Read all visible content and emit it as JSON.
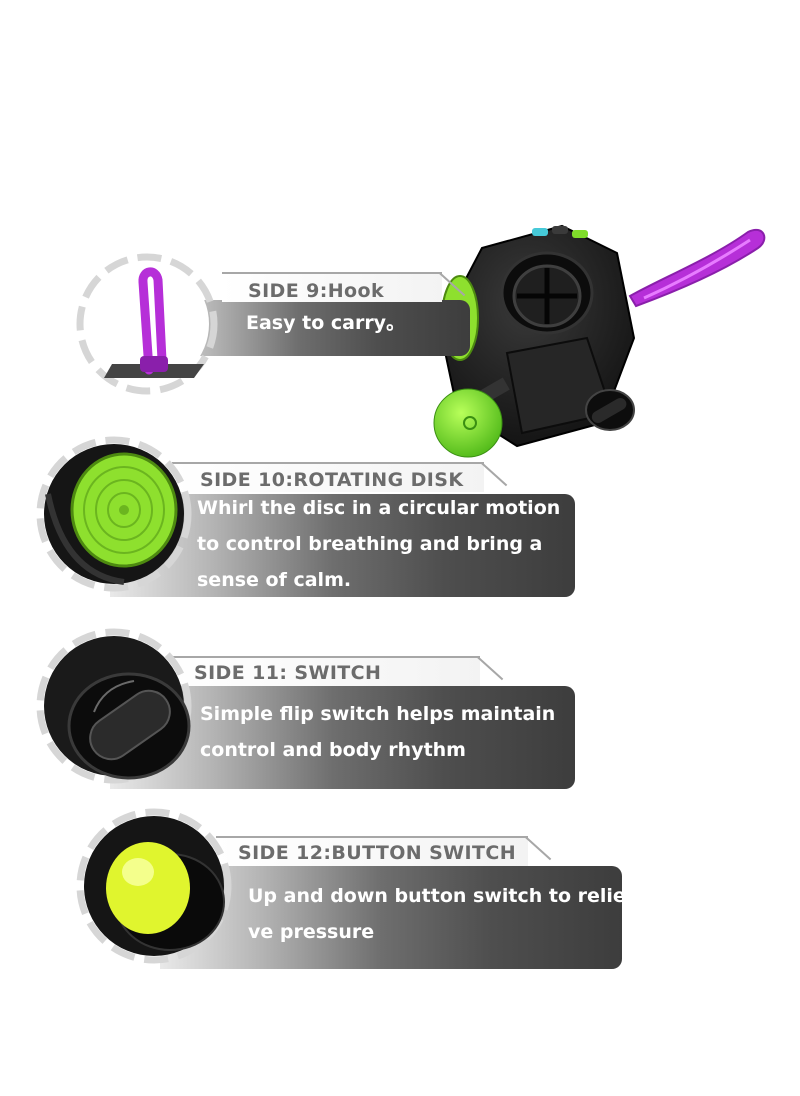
{
  "features": [
    {
      "title": "SIDE 9:Hook",
      "lines": [
        "Easy to carry。"
      ],
      "icon": "hook-icon"
    },
    {
      "title": "SIDE 10:ROTATING DISK",
      "lines": [
        "Whirl the disc in a circular motion",
        "to control breathing and bring a",
        "sense of calm."
      ],
      "icon": "rotating-disk-icon"
    },
    {
      "title": "SIDE 11: SWITCH",
      "lines": [
        "Simple flip switch helps maintain",
        "control and body rhythm"
      ],
      "icon": "flip-switch-icon"
    },
    {
      "title": "SIDE 12:BUTTON SWITCH",
      "lines": [
        "Up and down button switch to relie-",
        "ve pressure"
      ],
      "icon": "button-switch-icon"
    }
  ],
  "colors": {
    "accent_green": "#8ee02e",
    "hook_purple": "#b62fd8",
    "ball_yellow": "#e0f52e",
    "body_black": "#1b1b1b"
  }
}
